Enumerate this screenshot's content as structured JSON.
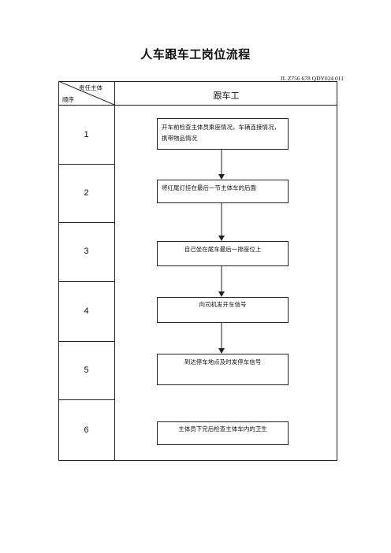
{
  "document": {
    "title": "人车跟车工岗位流程",
    "doc_number": "JL Z756 678 QDY024 011"
  },
  "table": {
    "header": {
      "role_label": "责任主体",
      "order_label": "顺序",
      "column_title": "跟车工"
    },
    "steps": [
      {
        "number": "1",
        "text": "开车前检查主体员乘座情况，车辆连接情况，携带物品情况"
      },
      {
        "number": "2",
        "text": "将红尾灯挂在最后一节主体车的后面"
      },
      {
        "number": "3",
        "text": "自己坐在尾车最后一排座位上"
      },
      {
        "number": "4",
        "text": "向司机发开车信号"
      },
      {
        "number": "5",
        "text": "到达停车地点及时发停车信号"
      },
      {
        "number": "6",
        "text": "主体员下完后检查主体车内的卫生"
      }
    ]
  }
}
